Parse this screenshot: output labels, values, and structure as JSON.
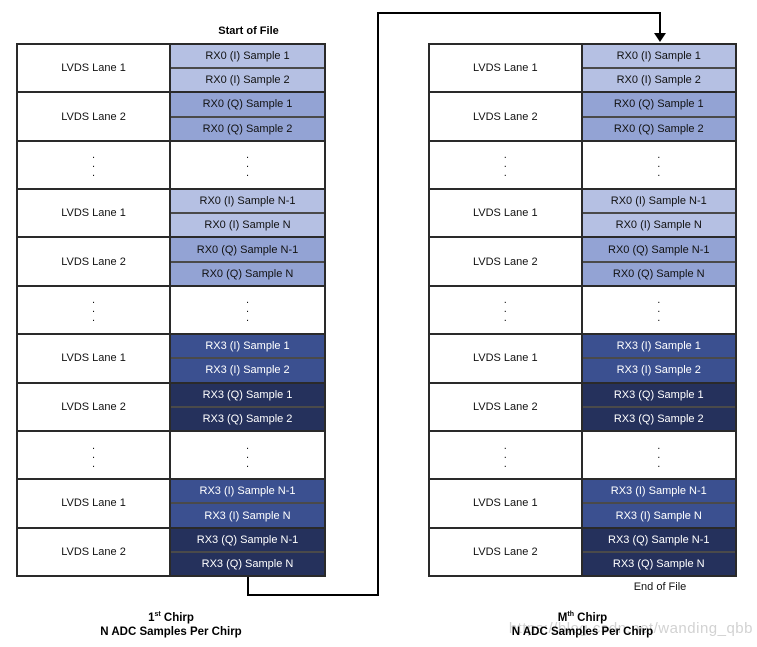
{
  "colors": {
    "rx0_i_fill": "#b5c0e3",
    "rx0_q_fill": "#93a3d4",
    "rx3_i_fill": "#3b5090",
    "rx3_q_fill": "#25315c",
    "outer_border": "#2a2a2a",
    "inner_border": "#4a4a4a",
    "arrow_line": "#000000",
    "text_dark": "#111111",
    "text_light": "#ffffff",
    "watermark_color": "#d2d2d2"
  },
  "left_diagram": {
    "title": "Start of File",
    "caption": {
      "num": "1",
      "sup": "st",
      "rest": " Chirp",
      "line2": "N ADC Samples Per Chirp"
    },
    "rows": [
      {
        "lane": "LVDS Lane 1",
        "fill": "rx0_i_fill",
        "fg": "dark",
        "samples": [
          "RX0 (I) Sample 1",
          "RX0 (I) Sample 2"
        ]
      },
      {
        "lane": "LVDS Lane 2",
        "fill": "rx0_q_fill",
        "fg": "dark",
        "samples": [
          "RX0 (Q) Sample 1",
          "RX0 (Q) Sample 2"
        ]
      },
      {
        "dots": true
      },
      {
        "lane": "LVDS Lane 1",
        "fill": "rx0_i_fill",
        "fg": "dark",
        "samples": [
          "RX0 (I) Sample N-1",
          "RX0 (I) Sample N"
        ]
      },
      {
        "lane": "LVDS Lane 2",
        "fill": "rx0_q_fill",
        "fg": "dark",
        "samples": [
          "RX0 (Q) Sample N-1",
          "RX0 (Q) Sample N"
        ]
      },
      {
        "dots": true
      },
      {
        "lane": "LVDS Lane 1",
        "fill": "rx3_i_fill",
        "fg": "light",
        "samples": [
          "RX3 (I) Sample 1",
          "RX3 (I) Sample 2"
        ]
      },
      {
        "lane": "LVDS Lane 2",
        "fill": "rx3_q_fill",
        "fg": "light",
        "samples": [
          "RX3 (Q) Sample 1",
          "RX3 (Q) Sample 2"
        ]
      },
      {
        "dots": true
      },
      {
        "lane": "LVDS Lane 1",
        "fill": "rx3_i_fill",
        "fg": "light",
        "samples": [
          "RX3 (I) Sample N-1",
          "RX3 (I) Sample N"
        ]
      },
      {
        "lane": "LVDS Lane 2",
        "fill": "rx3_q_fill",
        "fg": "light",
        "samples": [
          "RX3 (Q) Sample N-1",
          "RX3 (Q) Sample N"
        ]
      }
    ]
  },
  "right_diagram": {
    "footer": "End of File",
    "caption": {
      "num": "M",
      "sup": "th",
      "rest": " Chirp",
      "line2": "N ADC Samples Per Chirp"
    },
    "rows": [
      {
        "lane": "LVDS Lane 1",
        "fill": "rx0_i_fill",
        "fg": "dark",
        "samples": [
          "RX0 (I) Sample 1",
          "RX0 (I) Sample 2"
        ]
      },
      {
        "lane": "LVDS Lane 2",
        "fill": "rx0_q_fill",
        "fg": "dark",
        "samples": [
          "RX0 (Q) Sample 1",
          "RX0 (Q) Sample 2"
        ]
      },
      {
        "dots": true
      },
      {
        "lane": "LVDS Lane 1",
        "fill": "rx0_i_fill",
        "fg": "dark",
        "samples": [
          "RX0 (I) Sample N-1",
          "RX0 (I) Sample N"
        ]
      },
      {
        "lane": "LVDS Lane 2",
        "fill": "rx0_q_fill",
        "fg": "dark",
        "samples": [
          "RX0 (Q) Sample N-1",
          "RX0 (Q) Sample N"
        ]
      },
      {
        "dots": true
      },
      {
        "lane": "LVDS Lane 1",
        "fill": "rx3_i_fill",
        "fg": "light",
        "samples": [
          "RX3 (I) Sample 1",
          "RX3 (I) Sample 2"
        ]
      },
      {
        "lane": "LVDS Lane 2",
        "fill": "rx3_q_fill",
        "fg": "light",
        "samples": [
          "RX3 (Q) Sample 1",
          "RX3 (Q) Sample 2"
        ]
      },
      {
        "dots": true
      },
      {
        "lane": "LVDS Lane 1",
        "fill": "rx3_i_fill",
        "fg": "light",
        "samples": [
          "RX3 (I) Sample N-1",
          "RX3 (I) Sample N"
        ]
      },
      {
        "lane": "LVDS Lane 2",
        "fill": "rx3_q_fill",
        "fg": "light",
        "samples": [
          "RX3 (Q) Sample N-1",
          "RX3 (Q) Sample N"
        ]
      }
    ]
  },
  "ellipsis": [
    ".",
    ".",
    "."
  ],
  "watermark": "https://blog.csdn.net/wanding_qbb"
}
